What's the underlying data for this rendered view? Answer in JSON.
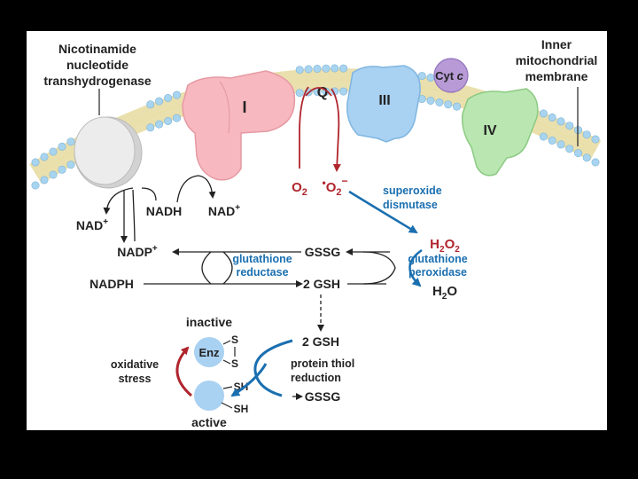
{
  "labels": {
    "transhydrogenase": [
      "Nicotinamide",
      "nucleotide",
      "transhydrogenase"
    ],
    "membrane": [
      "Inner",
      "mitochondrial",
      "membrane"
    ],
    "complex_I": "I",
    "complex_III": "III",
    "complex_IV": "IV",
    "q": "Q",
    "cyt_c": "Cyt",
    "cyt_c_italic": "c",
    "o2": "O",
    "o2_sub": "2",
    "superoxide_dot": "•",
    "superoxide": "O",
    "superoxide_sub": "2",
    "superoxide_sup": "−",
    "superoxide_dismutase": [
      "superoxide",
      "dismutase"
    ],
    "nadh": "NADH",
    "nad_plus_right": "NAD",
    "nad_plus_left": "NAD",
    "plus": "+",
    "nadp_plus": "NADP",
    "nadph": "NADPH",
    "gssg_top": "GSSG",
    "gsh_2_mid": "2 GSH",
    "glutathione_reductase": [
      "glutathione",
      "reductase"
    ],
    "h2o2": "H",
    "h2o2_2a": "2",
    "h2o2_o": "O",
    "h2o2_2b": "2",
    "glutathione_peroxidase": [
      "glutathione",
      "peroxidase"
    ],
    "h2o": "H",
    "h2o_2": "2",
    "h2o_o": "O",
    "inactive": "inactive",
    "active": "active",
    "enz": "Enz",
    "s_top": "S",
    "s_bottom": "S",
    "sh_top": "SH",
    "sh_bottom": "SH",
    "oxidative_stress": [
      "oxidative",
      "stress"
    ],
    "gsh_2_low": "2 GSH",
    "protein_thiol_reduction": [
      "protein thiol",
      "reduction"
    ],
    "gssg_low": "GSSG"
  },
  "colors": {
    "complex_I": "#f7b8bf",
    "complex_III": "#a9d1f2",
    "complex_IV": "#b9e6b1",
    "cyt_c": "#b79ad6",
    "transhydrogenase": "#e3e3e3",
    "lipid_head": "#a8d4ef",
    "lipid_tail": "#d8c66a",
    "red": "#b0242c",
    "blue": "#1a6fb0",
    "enzyme": "#a9d1f2"
  }
}
